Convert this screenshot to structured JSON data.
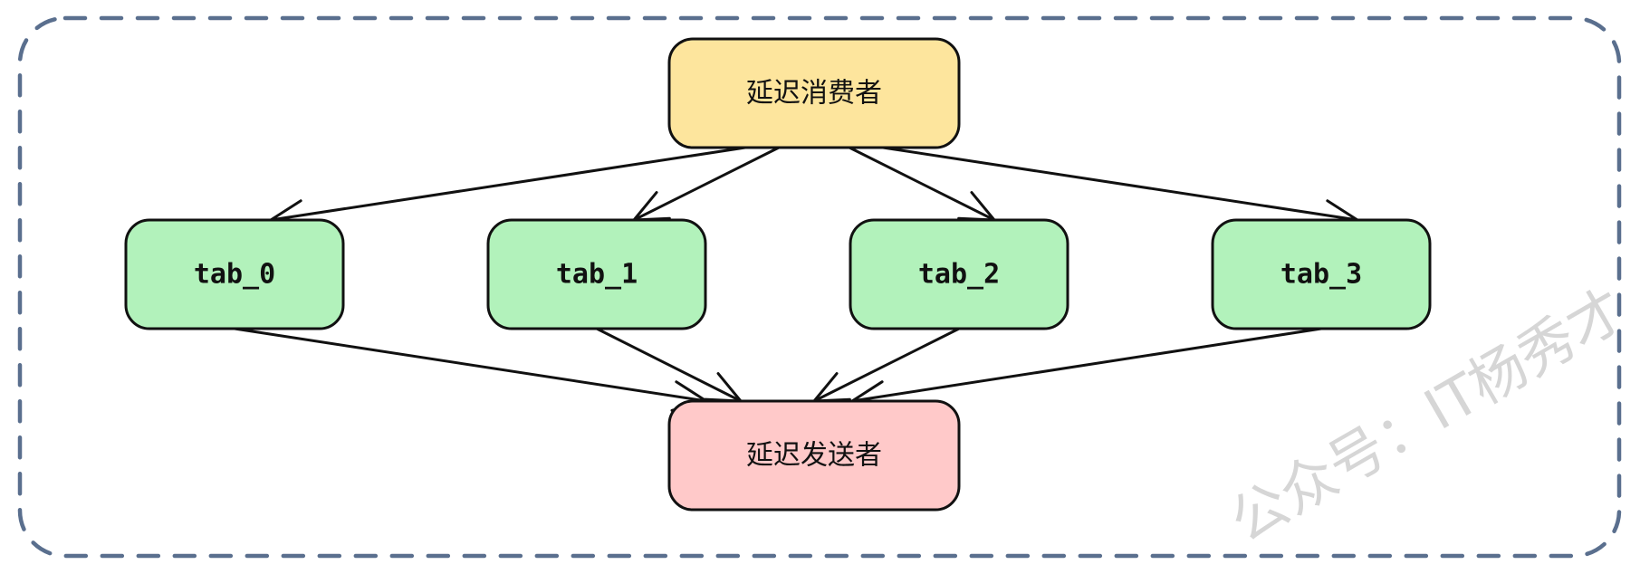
{
  "nodes": {
    "consumer": {
      "label": "延迟消费者",
      "fill": "#fde59d"
    },
    "tab0": {
      "label": "tab_0",
      "fill": "#b2f2bb"
    },
    "tab1": {
      "label": "tab_1",
      "fill": "#b2f2bb"
    },
    "tab2": {
      "label": "tab_2",
      "fill": "#b2f2bb"
    },
    "tab3": {
      "label": "tab_3",
      "fill": "#b2f2bb"
    },
    "sender": {
      "label": "延迟发送者",
      "fill": "#ffc9c9"
    }
  },
  "edges": [
    {
      "from": "consumer",
      "to": "tab0"
    },
    {
      "from": "consumer",
      "to": "tab1"
    },
    {
      "from": "consumer",
      "to": "tab2"
    },
    {
      "from": "consumer",
      "to": "tab3"
    },
    {
      "from": "tab0",
      "to": "sender"
    },
    {
      "from": "tab1",
      "to": "sender"
    },
    {
      "from": "tab2",
      "to": "sender"
    },
    {
      "from": "tab3",
      "to": "sender"
    }
  ],
  "watermark": "公众号：IT杨秀才",
  "colors": {
    "frame_dash": "#5a6f8e",
    "stroke": "#111111"
  }
}
